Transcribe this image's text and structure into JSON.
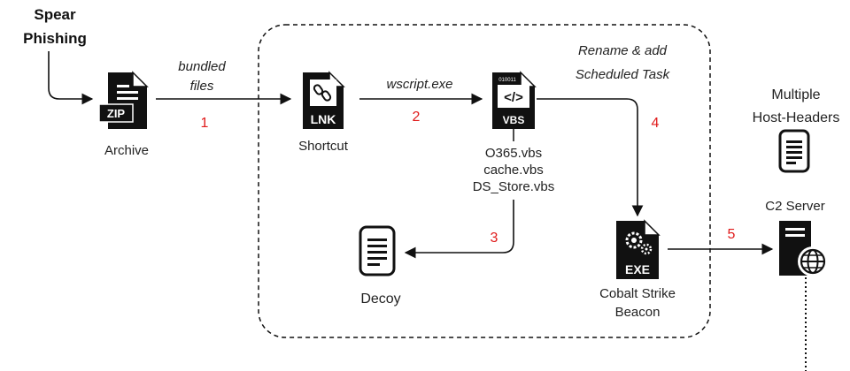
{
  "nodes": {
    "spear_phishing": [
      "Spear",
      "Phishing"
    ],
    "archive": {
      "label": "Archive",
      "icon_text": "ZIP"
    },
    "shortcut": {
      "label": "Shortcut",
      "icon_text": "LNK"
    },
    "vbs": {
      "icon_text": "VBS",
      "bits": "010011",
      "code": "</>",
      "files": [
        "O365.vbs",
        "cache.vbs",
        "DS_Store.vbs"
      ]
    },
    "decoy": {
      "label": "Decoy"
    },
    "beacon": {
      "label": [
        "Cobalt Strike",
        "Beacon"
      ],
      "icon_text": "EXE"
    },
    "host_headers": {
      "label": [
        "Multiple",
        "Host-Headers"
      ]
    },
    "c2": {
      "label": "C2 Server"
    }
  },
  "edges": {
    "e1": {
      "text": [
        "bundled",
        "files"
      ],
      "step": "1"
    },
    "e2": {
      "text": "wscript.exe",
      "step": "2"
    },
    "e3": {
      "step": "3"
    },
    "e4": {
      "text": [
        "Rename & add",
        "Scheduled Task"
      ],
      "step": "4"
    },
    "e5": {
      "step": "5"
    }
  },
  "colors": {
    "step_number": "#e01b1b",
    "ink": "#111111"
  }
}
